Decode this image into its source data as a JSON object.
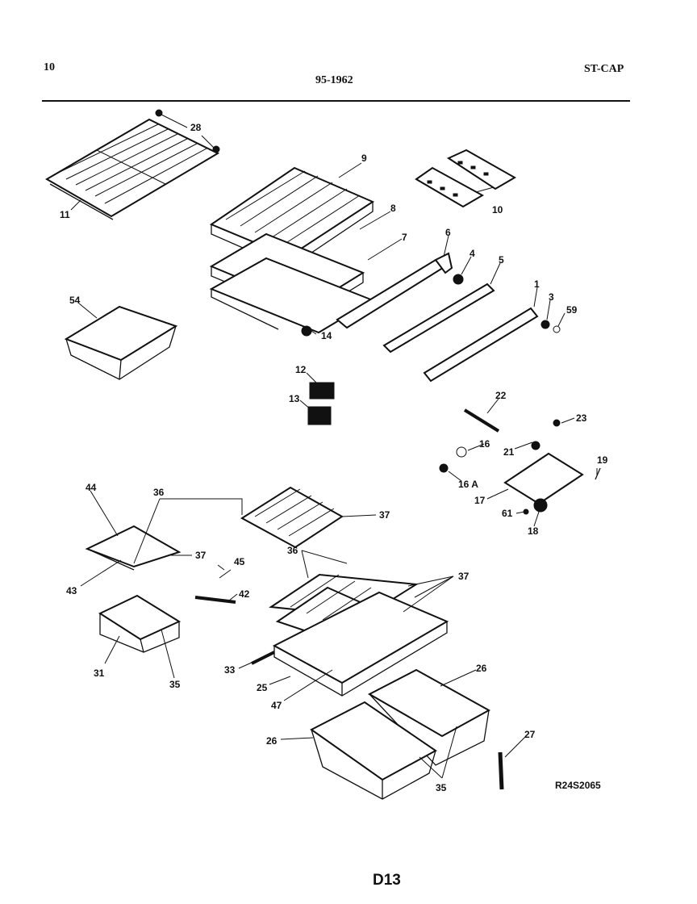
{
  "header": {
    "page_number": "10",
    "model_code": "95-1962",
    "section_code": "ST-CAP"
  },
  "footer": {
    "page_id": "D13",
    "drawing_ref": "R24S2065"
  },
  "part_labels": {
    "p1": "1",
    "p3": "3",
    "p4": "4",
    "p5": "5",
    "p6": "6",
    "p7": "7",
    "p8": "8",
    "p9": "9",
    "p10": "10",
    "p11": "11",
    "p12": "12",
    "p13": "13",
    "p14": "14",
    "p16": "16",
    "p16a": "16 A",
    "p17": "17",
    "p18": "18",
    "p19": "19",
    "p21": "21",
    "p22": "22",
    "p23": "23",
    "p25": "25",
    "p26a": "26",
    "p26b": "26",
    "p27": "27",
    "p28": "28",
    "p31": "31",
    "p33": "33",
    "p35a": "35",
    "p35b": "35",
    "p36a": "36",
    "p36b": "36",
    "p37a": "37",
    "p37b": "37",
    "p37c": "37",
    "p42": "42",
    "p43": "43",
    "p44": "44",
    "p45": "45",
    "p47": "47",
    "p54": "54",
    "p59": "59",
    "p61": "61"
  }
}
